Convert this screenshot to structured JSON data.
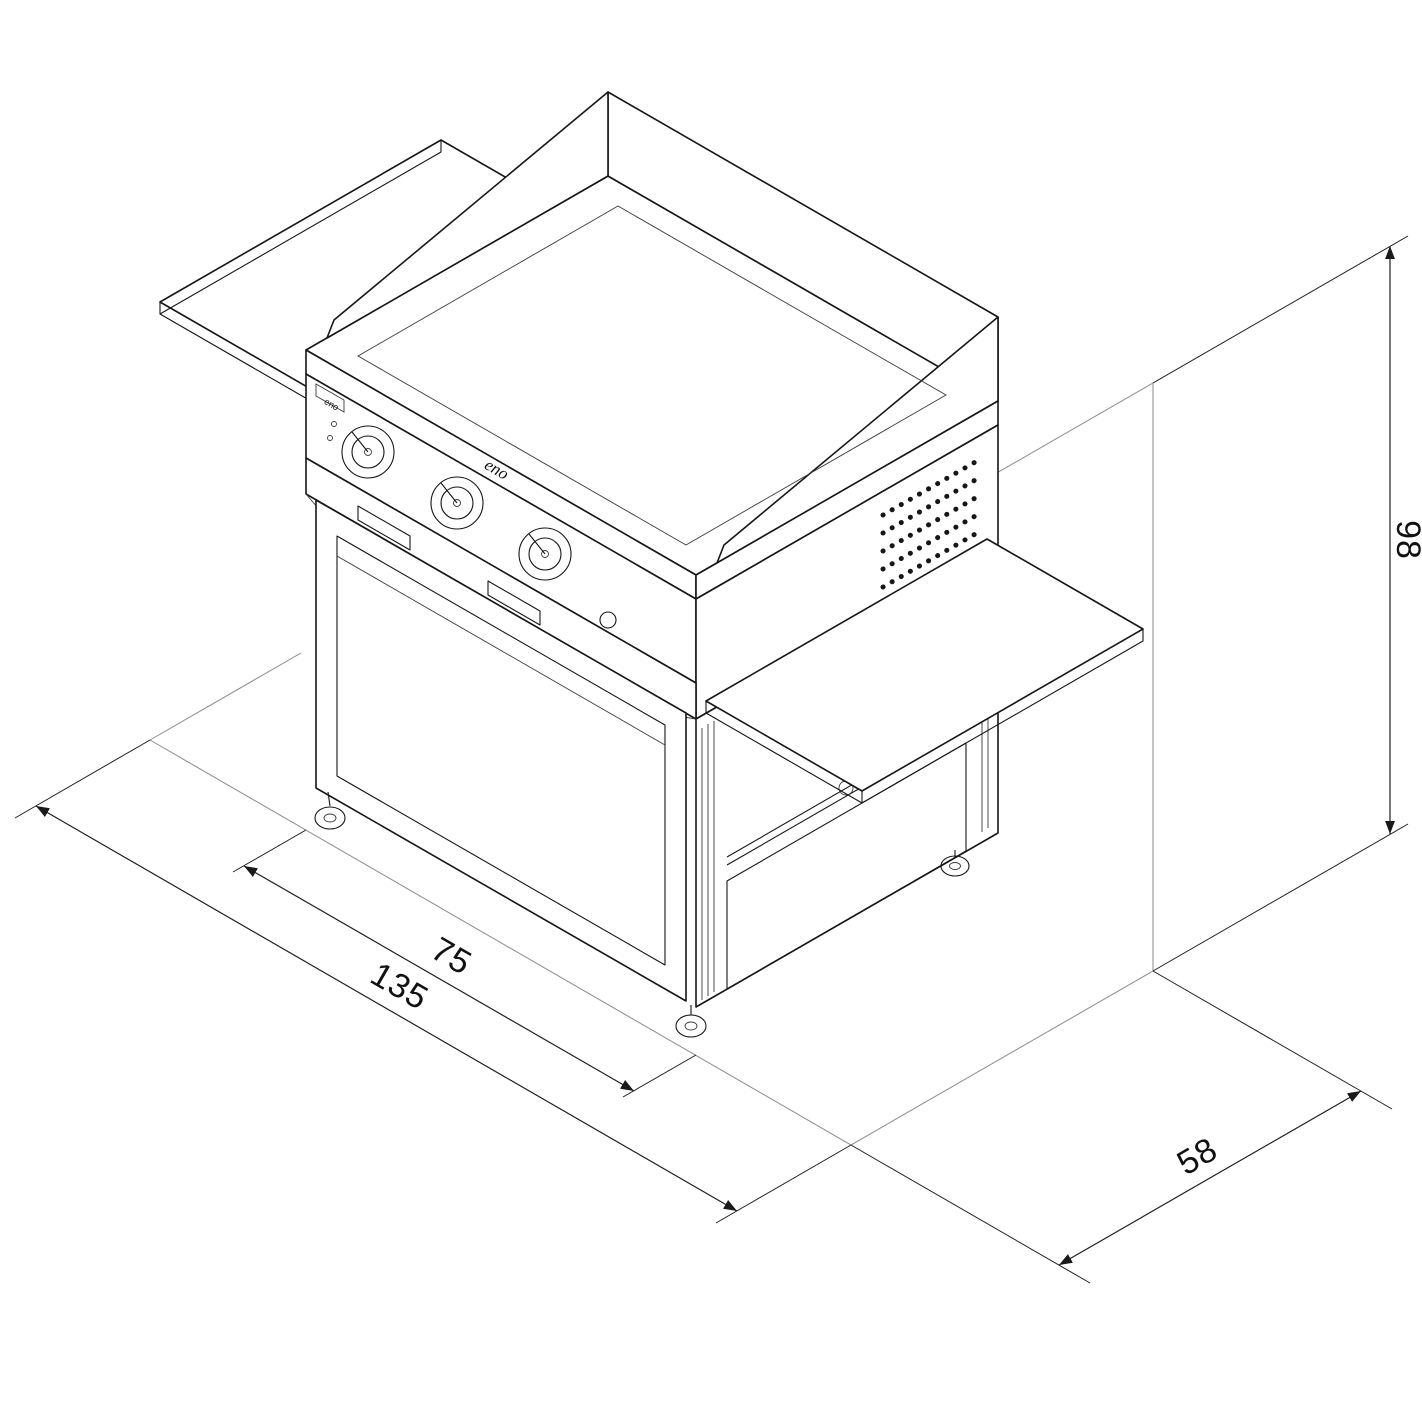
{
  "drawing": {
    "brand": "eno",
    "dimensions": {
      "total_width": "135",
      "body_width": "75",
      "depth": "58",
      "height": "98"
    }
  }
}
